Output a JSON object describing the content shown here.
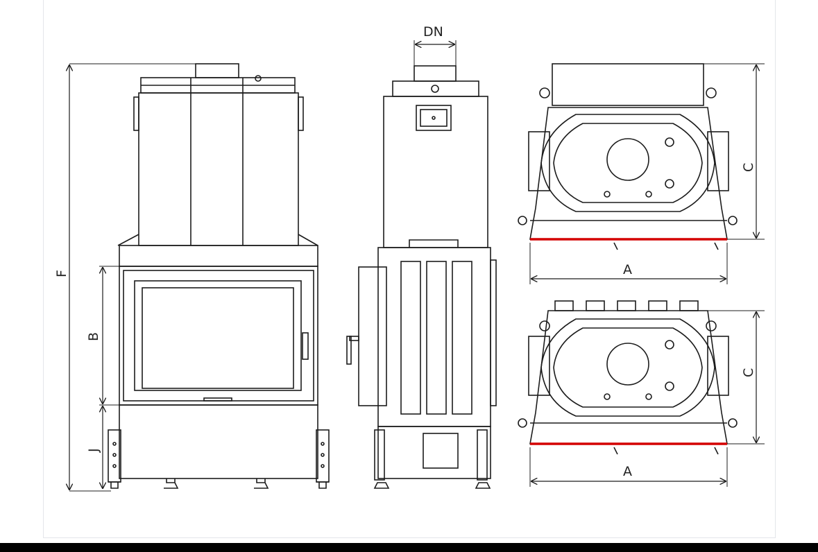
{
  "labels": {
    "dn": "DN",
    "f": "F",
    "b": "B",
    "j": "J",
    "c_top": "C",
    "a_top": "A",
    "c_bottom": "C",
    "a_bottom": "A"
  },
  "colors": {
    "line": "#1c1c1c",
    "accent": "#d40000",
    "bottom_bar": "#000000"
  }
}
